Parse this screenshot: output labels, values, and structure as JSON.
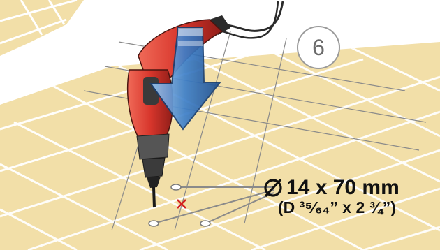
{
  "step": {
    "number": "6"
  },
  "specification": {
    "diameter_symbol": "diameter-symbol-icon",
    "metric": "14 x 70 mm",
    "imperial": "(D ³⁵⁄₆₄” x 2 ¾”)"
  },
  "colors": {
    "floor_tile": "#f2dfa8",
    "grout": "#ffffff",
    "drill_body": "#d8362c",
    "arrow": "#3d7fc9",
    "mark": "#d22020"
  },
  "icons": [
    "drill-icon",
    "down-arrow-icon",
    "drill-mark-icon",
    "wall-plug-icon"
  ]
}
